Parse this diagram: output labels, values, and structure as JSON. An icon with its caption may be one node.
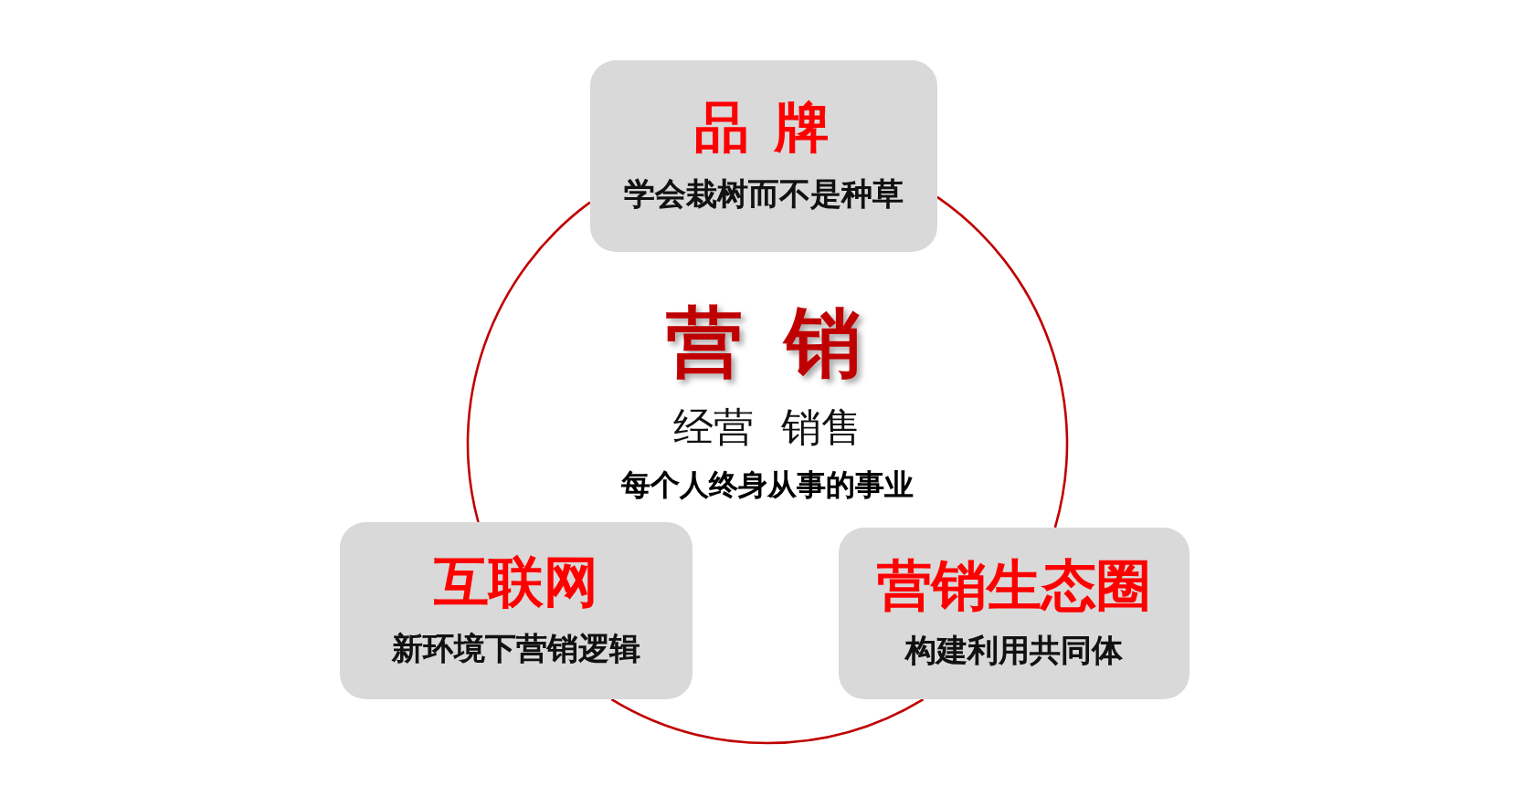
{
  "diagram": {
    "nodes": [
      {
        "text": [
          "品 牌",
          "学会栽树而不是种草"
        ]
      },
      {
        "text": [
          "互联网",
          "新环境下营销逻辑"
        ]
      },
      {
        "text": [
          "营销生态圈",
          "构建利用共同体"
        ]
      }
    ],
    "edges": [
      {
        "from": 0,
        "to": 2,
        "arrow": "none"
      },
      {
        "from": 2,
        "to": 1,
        "arrow": "none"
      },
      {
        "from": 1,
        "to": 0,
        "arrow": "none"
      }
    ],
    "labels": [
      "营 销",
      "经营 销售",
      "每个人终身从事的事业"
    ]
  }
}
